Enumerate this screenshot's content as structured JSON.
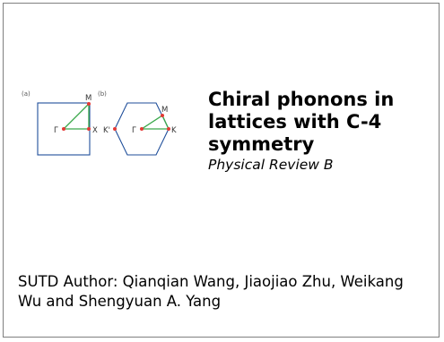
{
  "figure": {
    "panel_a_label": "(a)",
    "panel_b_label": "(b)",
    "points_a": {
      "gamma": "Γ",
      "x": "X",
      "m": "M"
    },
    "points_b": {
      "gamma": "Γ",
      "k": "K",
      "k_prime": "K'",
      "m": "M"
    },
    "colors": {
      "lattice_edge": "#1f4e9a",
      "path": "#3aa84a",
      "point": "#e53935"
    }
  },
  "paper": {
    "title": "Chiral phonons in lattices with C-4 symmetry",
    "journal": "Physical Review B"
  },
  "authors_text": "SUTD Author: Qianqian Wang, Jiaojiao Zhu, Weikang Wu and Shengyuan A. Yang"
}
